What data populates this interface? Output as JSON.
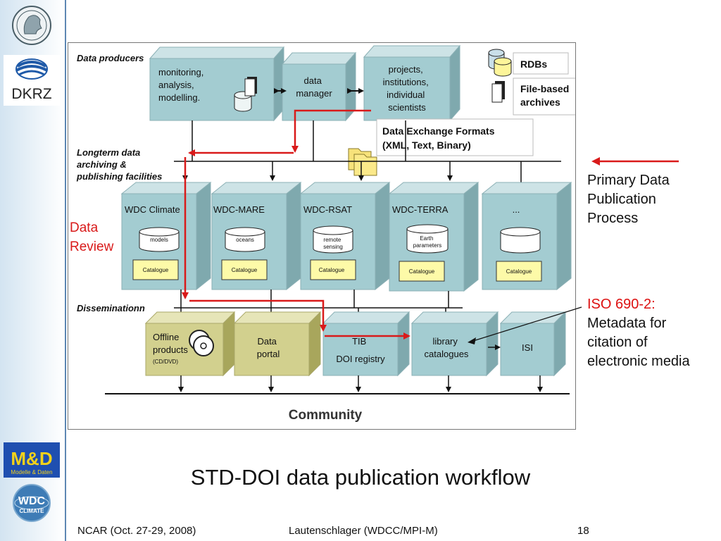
{
  "logos": {
    "dkrz": "DKRZ",
    "md_line1": "M&D",
    "md_line2": "Modelle & Daten",
    "wdc_line1": "WDC",
    "wdc_line2": "CLIMATE"
  },
  "diagram": {
    "section_producers": "Data producers",
    "section_archiving": [
      "Longterm data",
      "archiving &",
      "publishing facilities"
    ],
    "section_dissemination": "Disseminationn",
    "producer_boxes": {
      "monitoring": [
        "monitoring,",
        "analysis,",
        "modelling."
      ],
      "data_manager": [
        "data",
        "manager"
      ],
      "projects": [
        "projects,",
        "institutions,",
        "individual",
        "scientists"
      ]
    },
    "legend": {
      "rdbs": "RDBs",
      "file_based": [
        "File-based",
        "archives"
      ]
    },
    "exchange_formats": [
      "Data Exchange Formats",
      "(XML, Text, Binary)"
    ],
    "data_review": [
      "Data",
      "Review"
    ],
    "wdc_boxes": [
      {
        "title": "WDC Climate",
        "db": [
          "models"
        ],
        "catalogue": "Catalogue"
      },
      {
        "title": "WDC-MARE",
        "db": [
          "oceans"
        ],
        "catalogue": "Catalogue"
      },
      {
        "title": "WDC-RSAT",
        "db": [
          "remote",
          "sensing"
        ],
        "catalogue": "Catalogue"
      },
      {
        "title": "WDC-TERRA",
        "db": [
          "Earth",
          "parameters"
        ],
        "catalogue": "Catalogue"
      },
      {
        "title": "...",
        "db": [],
        "catalogue": "Catalogue"
      }
    ],
    "dissemination_boxes": {
      "offline": [
        "Offline",
        "products",
        "(CD/DVD)"
      ],
      "portal": [
        "Data",
        "portal"
      ],
      "tib": [
        "TIB",
        "DOI registry"
      ],
      "library": [
        "library",
        "catalogues"
      ],
      "isi": "ISI"
    },
    "community": "Community"
  },
  "primary_label": "Primary Data\nPublication\nProcess",
  "iso": {
    "title": "ISO 690-2:",
    "body": "Metadata for\ncitation of\nelectronic media"
  },
  "slide_title": "STD-DOI data publication workflow",
  "footer": {
    "left": "NCAR (Oct. 27-29, 2008)",
    "center": "Lautenschlager (WDCC/MPI-M)",
    "page": "18"
  },
  "colors": {
    "box_teal": "#a3ccd1",
    "box_olive": "#d2d08e",
    "catalogue_yellow": "#fdfaa8",
    "flow_red": "#d91a1a",
    "sidebar_border": "#5d87b3"
  }
}
